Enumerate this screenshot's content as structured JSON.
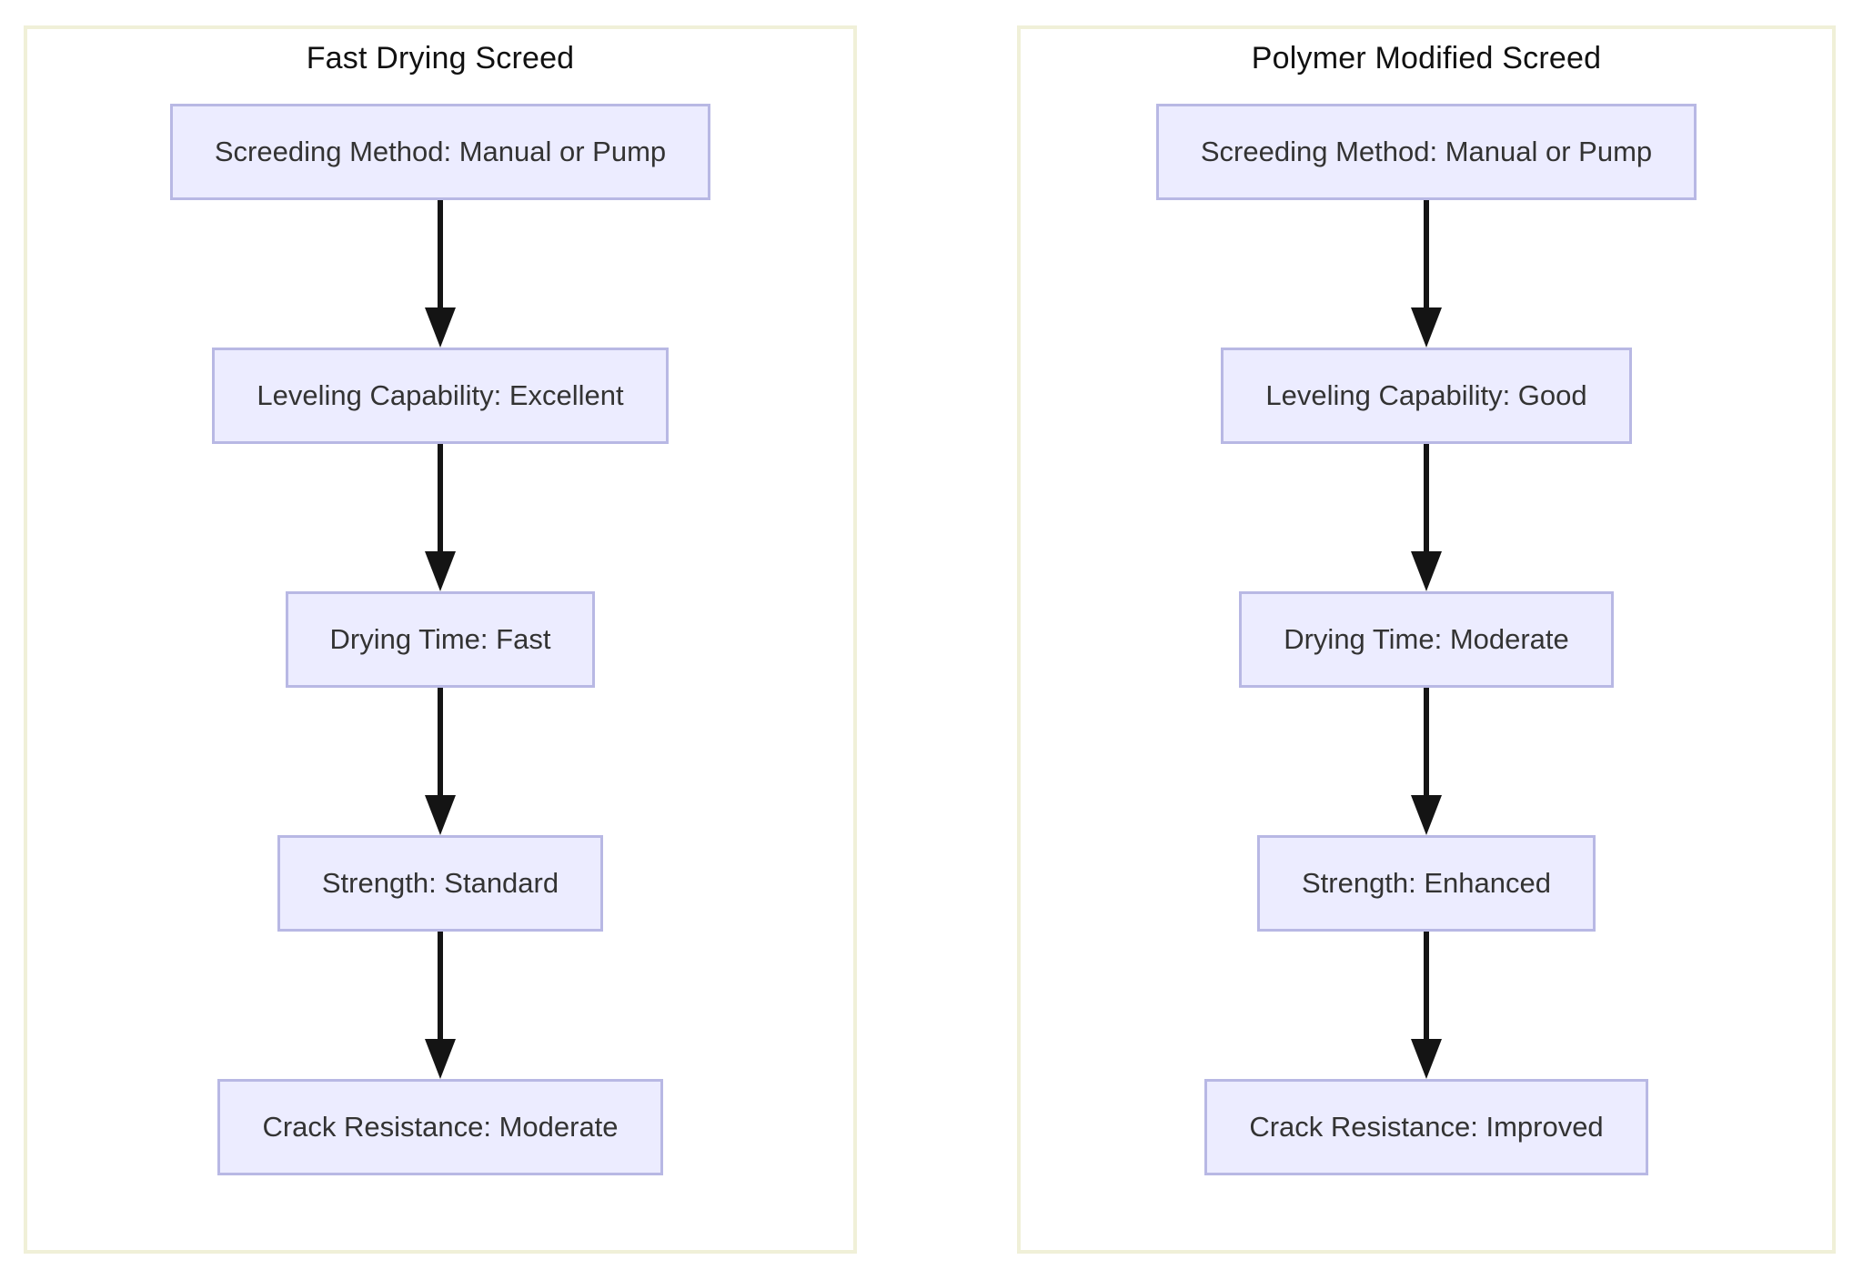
{
  "diagram": {
    "type": "flowchart",
    "background_color": "#ffffff",
    "colors": {
      "node_fill": "#ECECFF",
      "node_border": "#b8b8e4",
      "node_text": "#333333",
      "cluster_border": "#f0f0d8",
      "cluster_fill": "#ffffff",
      "title_text": "#111111",
      "arrow": "#141414"
    },
    "clusters": [
      {
        "title": "Fast Drying Screed",
        "nodes": [
          {
            "label": "Screeding Method: Manual or Pump"
          },
          {
            "label": "Leveling Capability: Excellent"
          },
          {
            "label": "Drying Time: Fast"
          },
          {
            "label": "Strength: Standard"
          },
          {
            "label": "Crack Resistance: Moderate"
          }
        ]
      },
      {
        "title": "Polymer Modified Screed",
        "nodes": [
          {
            "label": "Screeding Method: Manual or Pump"
          },
          {
            "label": "Leveling Capability: Good"
          },
          {
            "label": "Drying Time: Moderate"
          },
          {
            "label": "Strength: Enhanced"
          },
          {
            "label": "Crack Resistance: Improved"
          }
        ]
      }
    ]
  }
}
